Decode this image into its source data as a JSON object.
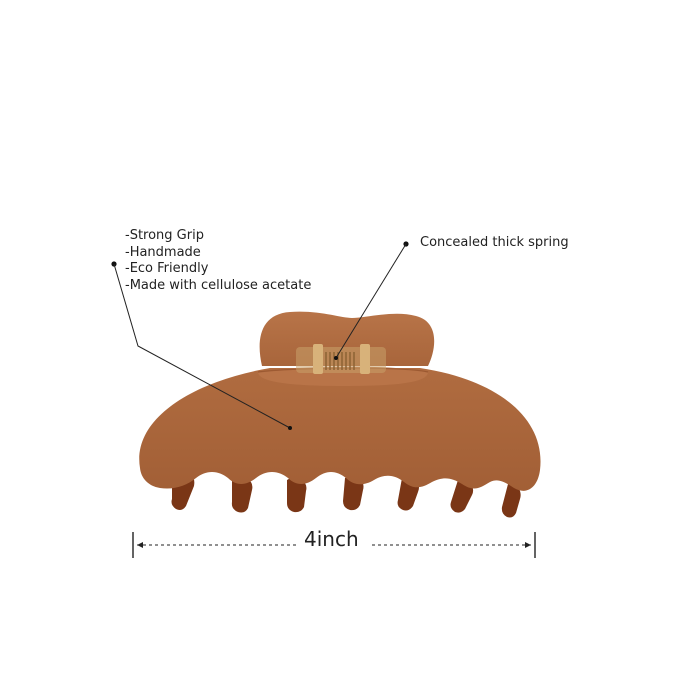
{
  "product": {
    "features": [
      "-Strong Grip",
      "-Handmade",
      "-Eco Friendly",
      "-Made with cellulose acetate"
    ],
    "spring_label": "Concealed thick spring",
    "width_label": "4inch"
  },
  "colors": {
    "clip_main": "#a8663c",
    "clip_dark": "#8a4a24",
    "clip_tooth": "#7a3616",
    "clip_light": "#bf7c50",
    "spring_gold": "#c9a06a",
    "line": "#222222"
  }
}
